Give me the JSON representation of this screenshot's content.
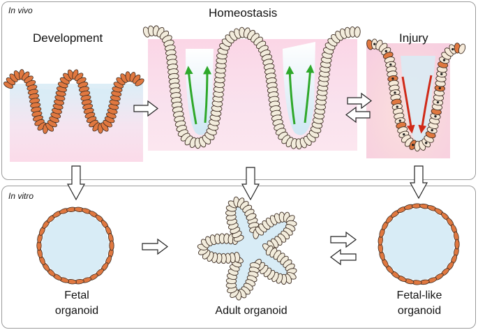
{
  "in_vivo": {
    "tag": "In vivo",
    "homeostasis": "Homeostasis",
    "development": "Development",
    "injury": "Injury"
  },
  "in_vitro": {
    "tag": "In vitro",
    "fetal_organoid": [
      "Fetal",
      "organoid"
    ],
    "adult_organoid": "Adult organoid",
    "fetal_like_organoid": [
      "Fetal-like",
      "organoid"
    ]
  },
  "colors": {
    "fetal_cell_fill": "#e07840",
    "adult_cell_fill": "#f2ecdc",
    "lumen": "#d8ecf6",
    "tissue": "#f9d6e6",
    "regeneration_arrow": "#2ea82a",
    "injury_arrow": "#d02a18"
  }
}
